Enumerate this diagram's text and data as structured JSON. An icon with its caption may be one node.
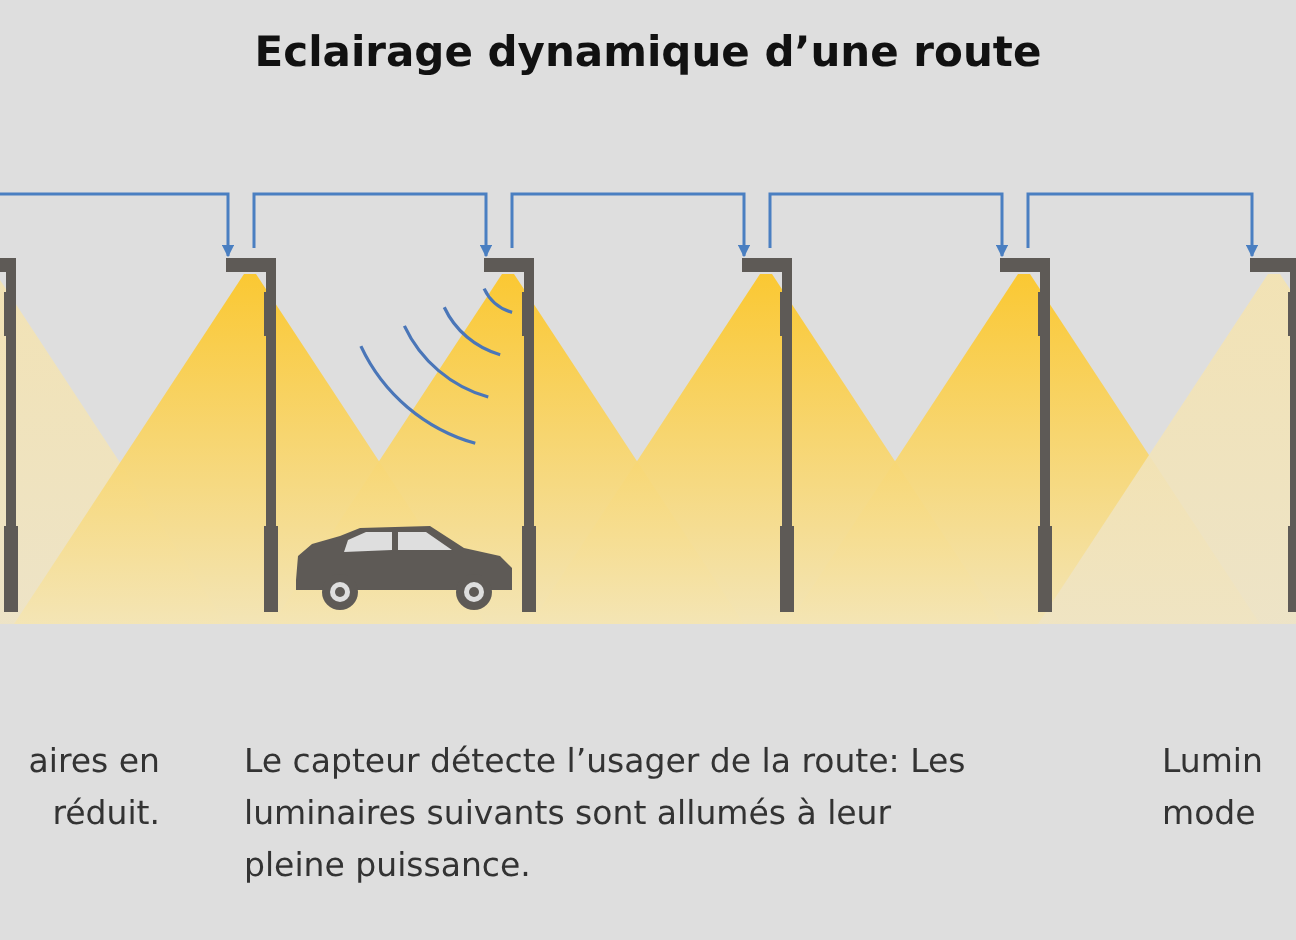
{
  "diagram": {
    "title": "Eclairage dynamique d’une route",
    "nodes": [
      {
        "text": [],
        "shape": "picture"
      },
      {
        "text": [],
        "shape": "picture"
      },
      {
        "text": [],
        "shape": "picture"
      },
      {
        "text": [],
        "shape": "picture"
      },
      {
        "text": [],
        "shape": "picture"
      },
      {
        "text": [],
        "shape": "picture"
      }
    ],
    "edges": [
      {
        "from": null,
        "to": 1,
        "arrow": "to"
      },
      {
        "from": 1,
        "to": 2,
        "arrow": "to"
      },
      {
        "from": 2,
        "to": 3,
        "arrow": "to"
      },
      {
        "from": 3,
        "to": 4,
        "arrow": "to"
      },
      {
        "from": 4,
        "to": 5,
        "arrow": "to"
      }
    ],
    "labels": [
      "aires en réduit.",
      "Le capteur détecte l’usager de la route: Les luminaires suivants sont allumés à leur pleine puissance.",
      "Lumin mode"
    ]
  }
}
